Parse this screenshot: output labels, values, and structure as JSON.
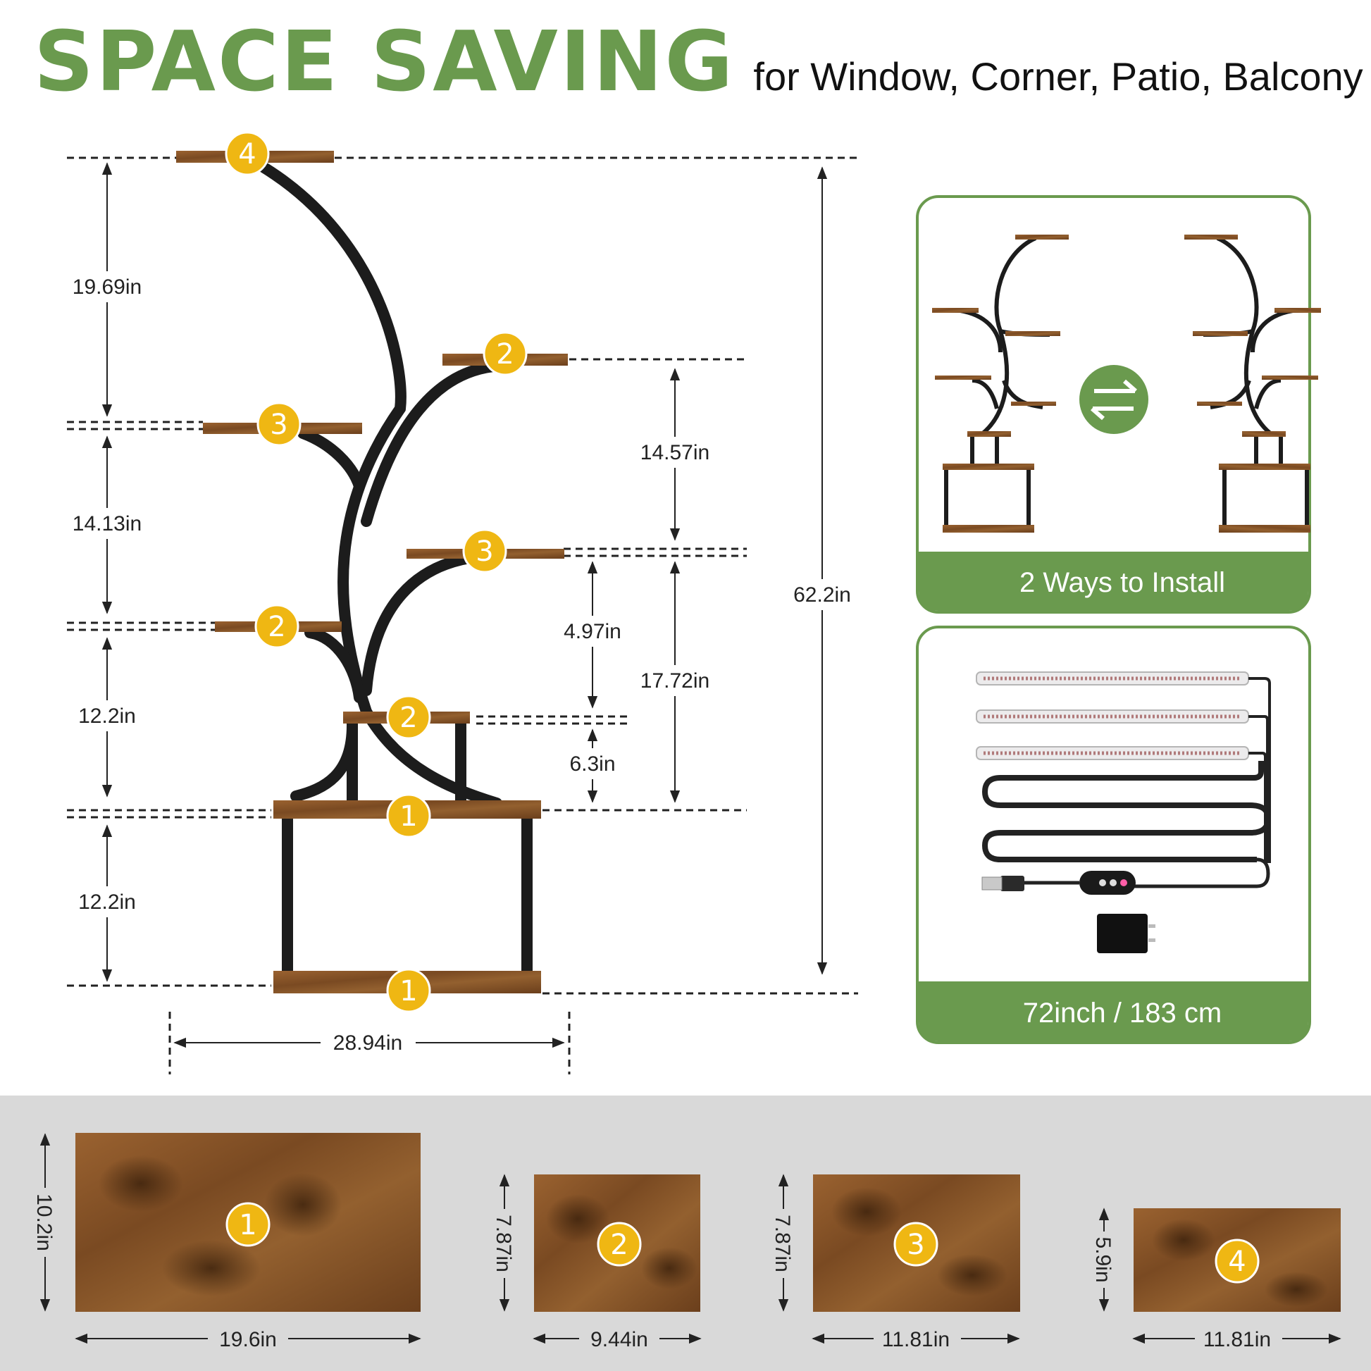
{
  "header": {
    "title": "SPACE SAVING",
    "subtitle": "for Window, Corner, Patio, Balcony"
  },
  "colors": {
    "accent_green": "#6a9a4e",
    "badge_yellow": "#efb713",
    "wood": "#8a5424",
    "frame_black": "#1c1c1c",
    "bottom_band": "#d9d9d9"
  },
  "shelf_badges": {
    "top": "4",
    "right_upper": "2",
    "left_upper": "3",
    "right_middle": "3",
    "left_middle": "2",
    "center_low": "2",
    "base_top": "1",
    "base_bottom": "1"
  },
  "dimensions": {
    "left": [
      "19.69in",
      "14.13in",
      "12.2in",
      "12.2in"
    ],
    "right": [
      "14.57in",
      "4.97in",
      "17.72in",
      "6.3in"
    ],
    "total_height": "62.2in",
    "width": "28.94in"
  },
  "install_panel": {
    "icon": "swap-arrows-icon",
    "label": "2 Ways to Install"
  },
  "light_panel": {
    "label": "72inch / 183 cm"
  },
  "shelf_boards": [
    {
      "number": "1",
      "width": "19.6in",
      "depth": "10.2in"
    },
    {
      "number": "2",
      "width": "9.44in",
      "depth": "7.87in"
    },
    {
      "number": "3",
      "width": "11.81in",
      "depth": "7.87in"
    },
    {
      "number": "4",
      "width": "11.81in",
      "depth": "5.9in"
    }
  ]
}
